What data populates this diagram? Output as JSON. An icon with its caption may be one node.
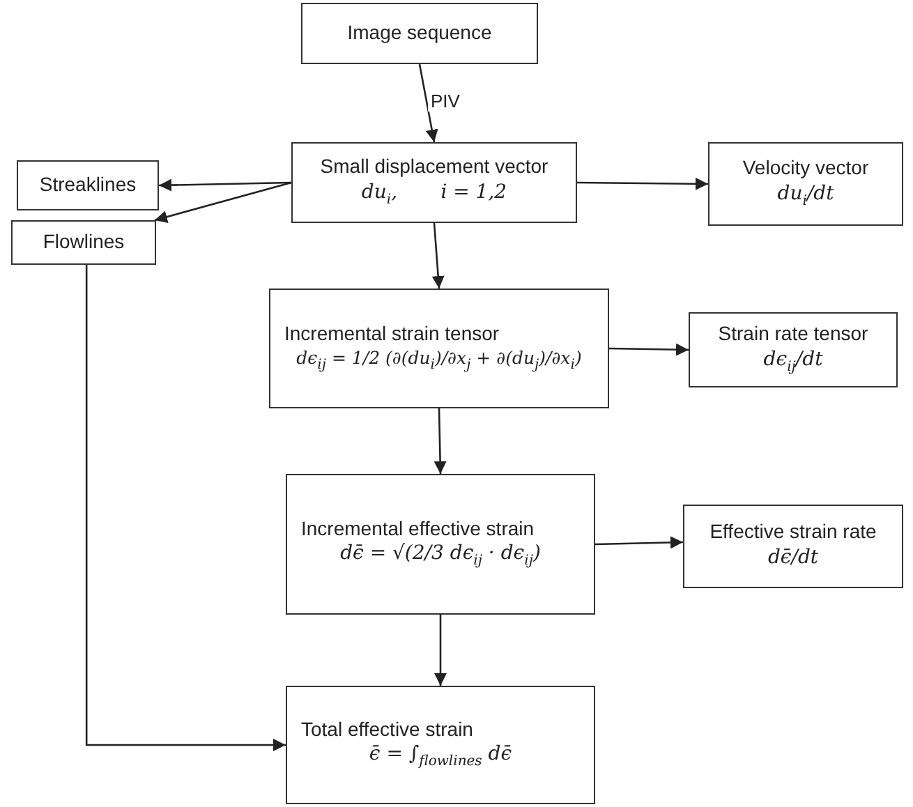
{
  "diagram": {
    "nodes": [
      {
        "text": [
          "Image sequence"
        ]
      },
      {
        "text": [
          "Small displacement vector",
          "du$_{i}$,       i = 1,2"
        ]
      },
      {
        "text": [
          "Streaklines"
        ]
      },
      {
        "text": [
          "Velocity vector",
          "du$_{i}$/dt"
        ]
      },
      {
        "text": [
          "Flowlines"
        ]
      },
      {
        "text": [
          "Incremental strain tensor",
          "dϵ$_{ij}$ = 1/2 (∂(du$_{i}$)/∂x$_{j}$ + ∂(du$_{j}$)/∂x$_{i}$)"
        ]
      },
      {
        "text": [
          "Strain rate tensor",
          "dϵ$_{ij}$/dt"
        ]
      },
      {
        "text": [
          "Incremental effective strain",
          "dϵ̄ = √(2/3 dϵ$_{ij}$ · dϵ$_{ij}$)"
        ]
      },
      {
        "text": [
          "Effective strain rate",
          "dϵ̄/dt"
        ]
      },
      {
        "text": [
          "Total effective strain",
          "ϵ̄ = ∫$_{flowlines}$ dϵ̄"
        ]
      }
    ],
    "edges": [
      {
        "from": 0,
        "to": 1,
        "arrow": "to",
        "label": "PIV"
      },
      {
        "from": 1,
        "to": 2,
        "arrow": "to"
      },
      {
        "from": 1,
        "to": 3,
        "arrow": "to"
      },
      {
        "from": 1,
        "to": 4,
        "arrow": "to"
      },
      {
        "from": 1,
        "to": 5,
        "arrow": "to"
      },
      {
        "from": 5,
        "to": 6,
        "arrow": "to"
      },
      {
        "from": 5,
        "to": 7,
        "arrow": "to"
      },
      {
        "from": 7,
        "to": 8,
        "arrow": "to"
      },
      {
        "from": 7,
        "to": 9,
        "arrow": "to"
      },
      {
        "from": 4,
        "to": 9,
        "arrow": "to"
      }
    ]
  }
}
